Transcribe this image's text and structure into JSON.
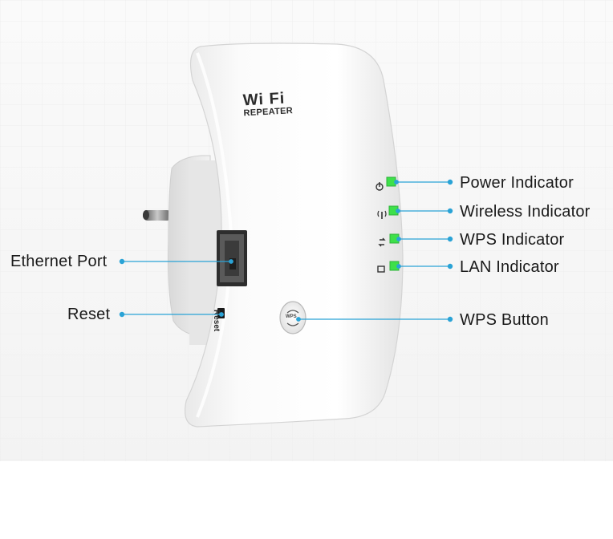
{
  "device": {
    "logo_wifi_text": "Wi Fi",
    "logo_repeater_text": "REPEATER",
    "reset_port_label": "Reset",
    "wps_button_text": "WPS"
  },
  "callouts": {
    "power_indicator": "Power Indicator",
    "wireless_indicator": "Wireless Indicator",
    "wps_indicator": "WPS Indicator",
    "lan_indicator": "LAN Indicator",
    "wps_button": "WPS Button",
    "ethernet_port": "Ethernet Port",
    "reset": "Reset"
  },
  "colors": {
    "led_green": "#3ee04a",
    "callout_line": "#2aa3d6",
    "device_body": "#f4f4f4"
  }
}
